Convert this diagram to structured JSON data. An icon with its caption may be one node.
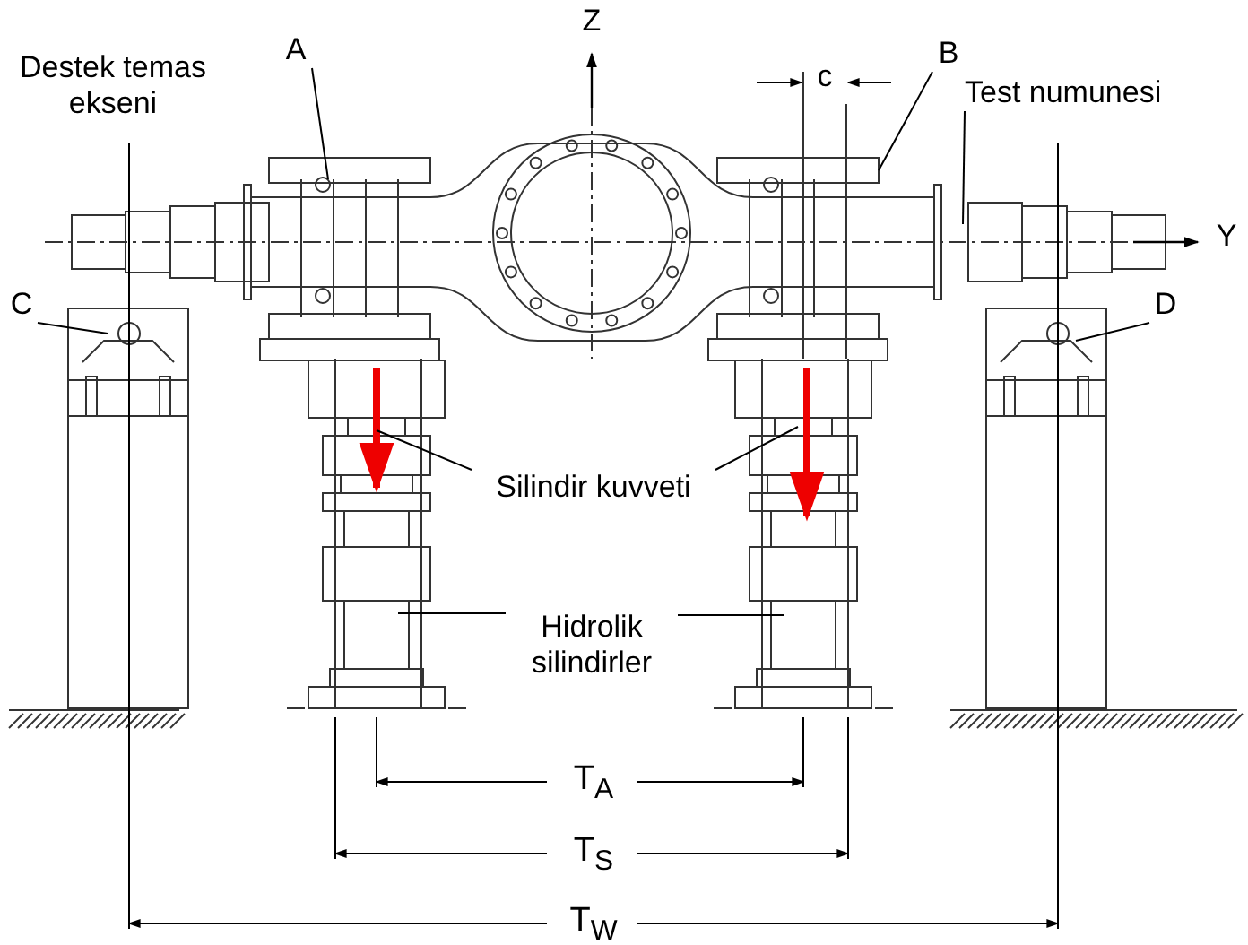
{
  "diagram": {
    "nodes": [
      {
        "text": [
          "A"
        ]
      },
      {
        "text": [
          "B"
        ]
      },
      {
        "text": [
          "Test numunesi"
        ]
      },
      {
        "text": [
          "C"
        ]
      },
      {
        "text": [
          "D"
        ]
      },
      {
        "text": [
          "Silindir kuvveti"
        ]
      },
      {
        "text": [
          "Hidrolik silindirler"
        ]
      }
    ],
    "edges": [
      {
        "from": 0,
        "to": null,
        "arrow": "none"
      },
      {
        "from": 1,
        "to": null,
        "arrow": "none"
      },
      {
        "from": 2,
        "to": null,
        "arrow": "none"
      },
      {
        "from": 3,
        "to": null,
        "arrow": "none"
      },
      {
        "from": 4,
        "to": null,
        "arrow": "none"
      },
      {
        "from": 5,
        "to": null,
        "arrow": "none"
      },
      {
        "from": 5,
        "to": null,
        "arrow": "none"
      },
      {
        "from": 6,
        "to": null,
        "arrow": "none"
      },
      {
        "from": 6,
        "to": null,
        "arrow": "none"
      }
    ],
    "labels": [
      "Destek temas ekseni",
      "Z",
      "c",
      "Y",
      "T$_{A}$",
      "T$_{S}$",
      "T$_{W}$"
    ]
  }
}
